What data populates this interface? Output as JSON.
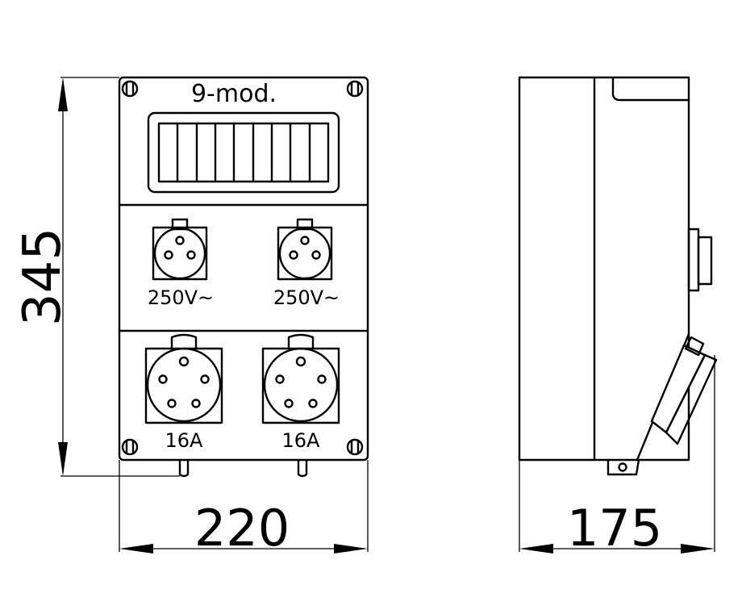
{
  "front_view": {
    "module_label": "9-mod.",
    "sockets_top": [
      {
        "label": "250V~"
      },
      {
        "label": "250V~"
      }
    ],
    "sockets_bottom": [
      {
        "label": "16A"
      },
      {
        "label": "16A"
      }
    ]
  },
  "dimensions": {
    "height": "345",
    "width": "220",
    "depth": "175"
  }
}
